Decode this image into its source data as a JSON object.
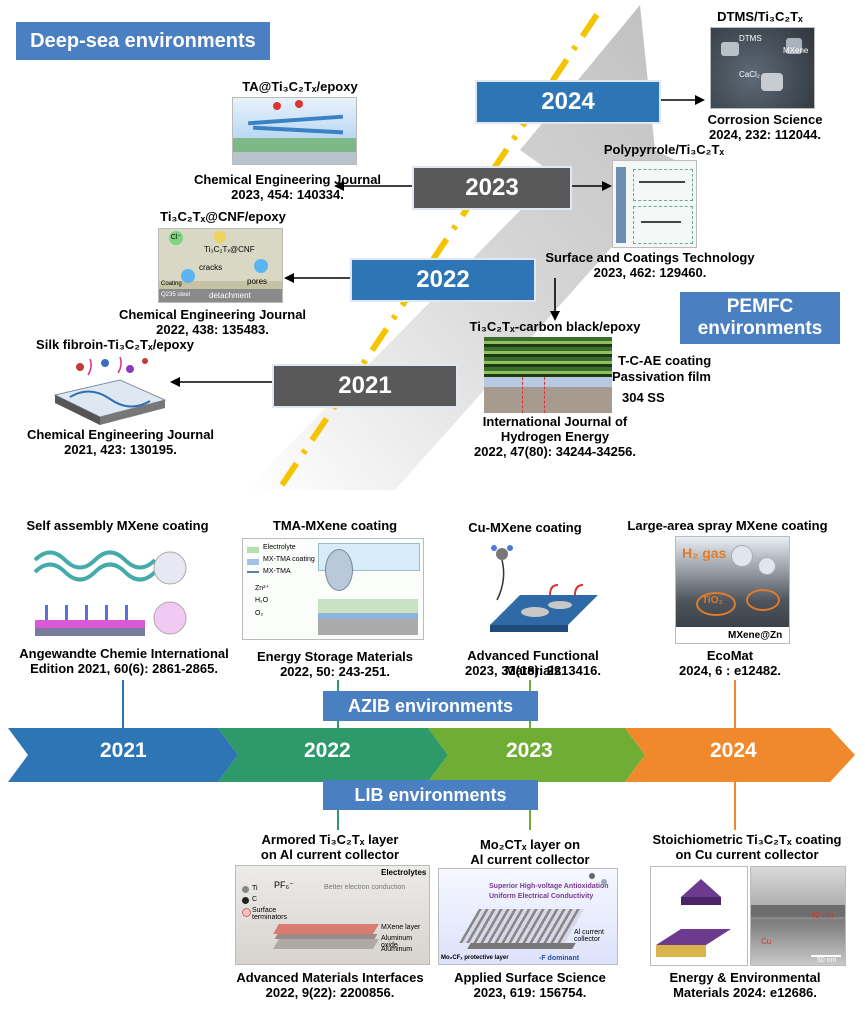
{
  "top": {
    "deep_sea_label": "Deep-sea environments",
    "pemfc_label_line1": "PEMFC",
    "pemfc_label_line2": "environments",
    "years": [
      "2021",
      "2022",
      "2023",
      "2024"
    ],
    "entries": {
      "silk": {
        "title": "Silk fibroin-Ti₃C₂Tₓ/epoxy",
        "journal": "Chemical Engineering Journal",
        "citation": "2021, 423: 130195."
      },
      "cnf": {
        "title": "Ti₃C₂Tₓ@CNF/epoxy",
        "journal": "Chemical Engineering Journal",
        "citation": "2022, 438: 135483.",
        "fig_texts": [
          "Ti₃C₂Tₓ@CNF",
          "cracks",
          "pores",
          "Coating",
          "Q235 steel",
          "detachment"
        ]
      },
      "ta": {
        "title": "TA@Ti₃C₂Tₓ/epoxy",
        "journal": "Chemical Engineering Journal",
        "citation": "2023, 454: 140334."
      },
      "ppy": {
        "title": "Polypyrrole/Ti₃C₂Tₓ",
        "journal": "Surface and Coatings Technology",
        "citation": "2023, 462: 129460."
      },
      "dtms": {
        "title": "DTMS/Ti₃C₂Tₓ",
        "journal": "Corrosion Science",
        "citation": "2024, 232: 112044.",
        "fig_texts": [
          "DTMS",
          "MXene",
          "CaCl₂"
        ]
      },
      "cb": {
        "title": "Ti₃C₂Tₓ-carbon black/epoxy",
        "journal_line1": "International Journal of",
        "journal_line2": "Hydrogen Energy",
        "citation": "2022, 47(80): 34244-34256.",
        "layers": [
          "T-C-AE coating",
          "Passivation film",
          "304 SS"
        ]
      }
    }
  },
  "bottom": {
    "azib_label": "AZIB environments",
    "lib_label": "LIB environments",
    "timeline_years": [
      "2021",
      "2022",
      "2023",
      "2024"
    ],
    "azib": [
      {
        "title": "Self assembly MXene coating",
        "journal_line1": "Angewandte Chemie International",
        "journal_line2": "Edition 2021, 60(6): 2861-2865."
      },
      {
        "title": "TMA-MXene coating",
        "journal_line1": "Energy Storage Materials",
        "journal_line2": "2022, 50: 243-251.",
        "fig_texts": [
          "Electrolyte",
          "MX-TMA coating",
          "MX-TMA",
          "Zn²⁺",
          "H₂O",
          "O₂"
        ]
      },
      {
        "title": "Cu-MXene coating",
        "journal_line1": "Advanced Functional Materials",
        "journal_line2": "2023, 33(18): 2213416."
      },
      {
        "title": "Large-area spray MXene coating",
        "journal_line1": "EcoMat",
        "journal_line2": "2024, 6 : e12482.",
        "fig_texts": [
          "H₂ gas",
          "TiO₂",
          "MXene@Zn"
        ]
      }
    ],
    "lib": [
      {
        "title_line1": "Armored Ti₃C₂Tₓ layer",
        "title_line2": "on Al current collector",
        "journal_line1": "Advanced Materials Interfaces",
        "journal_line2": "2022, 9(22): 2200856.",
        "fig_texts": [
          "Electrolytes",
          "Ti",
          "C",
          "Surface terminators",
          "MXene layer",
          "Aluminum oxide",
          "Aluminum",
          "PF₆⁻",
          "Better electron conduction"
        ]
      },
      {
        "title_line1": "Mo₂CTₓ layer on",
        "title_line2": "Al current collector",
        "journal_line1": "Applied Surface Science",
        "journal_line2": "2023, 619: 156754.",
        "fig_texts": [
          "Superior High-voltage Antioxidation",
          "Uniform Electrical Conductivity",
          "Al current collector",
          "Mo₂CFₓ protective layer",
          "-F dominant"
        ]
      },
      {
        "title_line1": "Stoichiometric Ti₃C₂Tₓ coating",
        "title_line2": "on Cu current collector",
        "journal_line1": "Energy & Environmental",
        "journal_line2": "Materials 2024: e12686.",
        "fig_texts": [
          "42 nm",
          "Cu",
          "50 nm"
        ]
      }
    ]
  },
  "colors": {
    "env_box": "#4a7fc1",
    "year_blue": "#2e75b6",
    "year_gray": "#595959",
    "tl_2021": "#2e75b6",
    "tl_2022": "#2e9a6a",
    "tl_2023": "#6fad35",
    "tl_2024": "#f0892b",
    "dash_yellow": "#f5c400",
    "divider": "#4a7fc1"
  }
}
